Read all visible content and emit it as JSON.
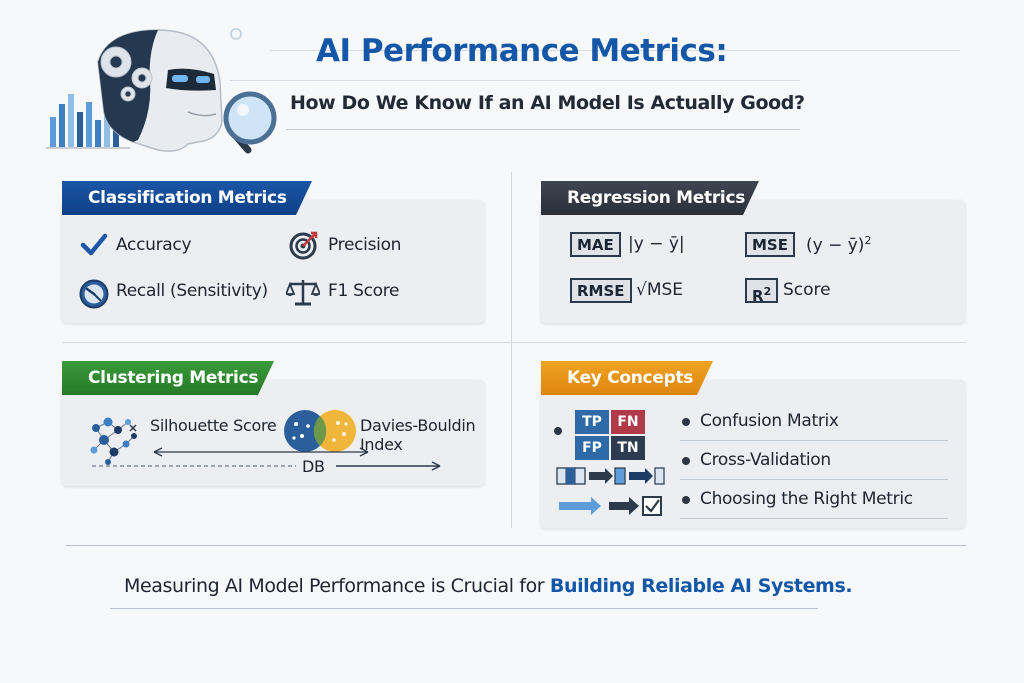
{
  "header": {
    "title": "AI Performance Metrics:",
    "subtitle": "How Do We Know If an AI Model Is Actually Good?"
  },
  "classification": {
    "tag": "Classification Metrics",
    "items": [
      "Accuracy",
      "Precision",
      "Recall (Sensitivity)",
      "F1 Score"
    ]
  },
  "regression": {
    "tag": "Regression Metrics",
    "mae": {
      "label": "MAE",
      "formula": "|y − ȳ|"
    },
    "mse": {
      "label": "MSE",
      "formula": "(y − ȳ)",
      "exp": "2"
    },
    "rmse": {
      "label": "RMSE",
      "formula": "√MSE"
    },
    "r2": {
      "label": "R",
      "exp": "2",
      "text": "Score"
    }
  },
  "clustering": {
    "tag": "Clustering Metrics",
    "silhouette": "Silhouette Score",
    "davies_line1": "Davies-Bouldin",
    "davies_line2": "Index",
    "db": "DB"
  },
  "concepts": {
    "tag": "Key Concepts",
    "matrix": [
      "TP",
      "FN",
      "FP",
      "TN"
    ],
    "items": [
      "Confusion Matrix",
      "Cross-Validation",
      "Choosing the Right Metric"
    ]
  },
  "footer": {
    "prefix": "Measuring AI Model Performance is Crucial for ",
    "emphasis": "Building Reliable AI Systems."
  },
  "colors": {
    "title_blue": "#1557a7",
    "tag_blue": "#1b56a8",
    "tag_dark": "#3f4651",
    "tag_green": "#3a9a3a",
    "tag_orange": "#f0a321",
    "matrix_tp": "#2e6aa8",
    "matrix_fn": "#b03a48",
    "matrix_fp": "#2e6aa8",
    "matrix_tn": "#2d3b50"
  }
}
